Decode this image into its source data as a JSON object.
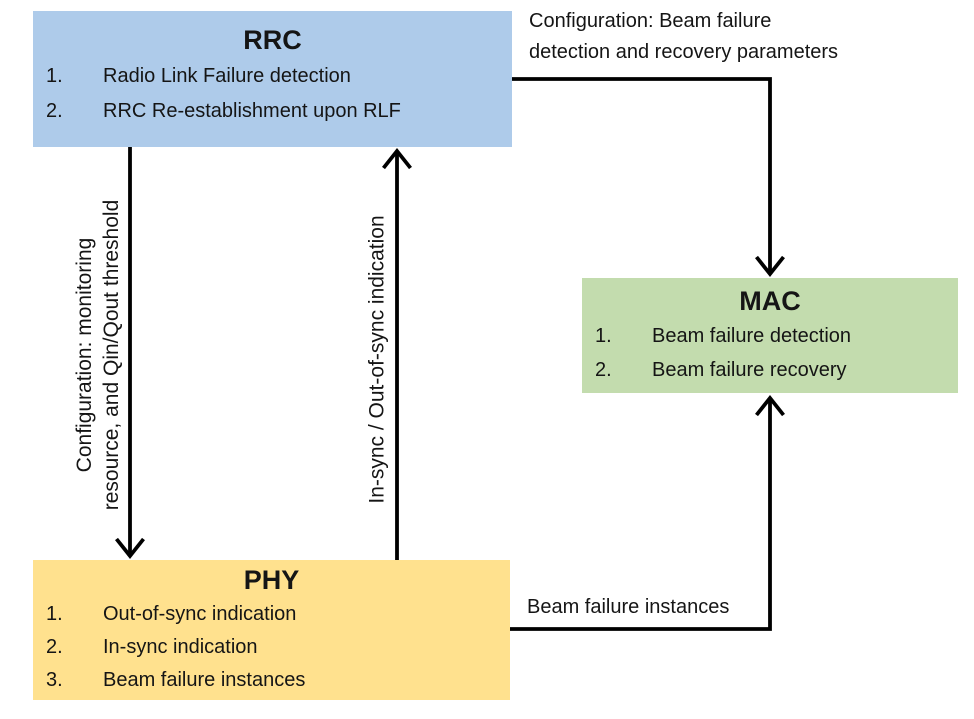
{
  "diagram": {
    "background": "#ffffff",
    "arrow_color": "#000000"
  },
  "boxes": {
    "rrc": {
      "title": "RRC",
      "color": "#AECBEA",
      "items": [
        {
          "num": "1.",
          "text": "Radio Link Failure detection"
        },
        {
          "num": "2.",
          "text": "RRC Re-establishment upon RLF"
        }
      ]
    },
    "mac": {
      "title": "MAC",
      "color": "#C3DCAE",
      "items": [
        {
          "num": "1.",
          "text": "Beam failure detection"
        },
        {
          "num": "2.",
          "text": "Beam failure recovery"
        }
      ]
    },
    "phy": {
      "title": "PHY",
      "color": "#FFE18E",
      "items": [
        {
          "num": "1.",
          "text": "Out-of-sync indication"
        },
        {
          "num": "2.",
          "text": "In-sync indication"
        },
        {
          "num": "3.",
          "text": "Beam failure instances"
        }
      ]
    }
  },
  "arrow_labels": {
    "rrc_to_mac": {
      "line1": "Configuration: Beam failure",
      "line2": "detection and recovery parameters"
    },
    "rrc_to_phy": {
      "line1": "Configuration: monitoring",
      "line2": "resource, and Qin/Qout threshold"
    },
    "phy_to_rrc": {
      "text": "In-sync / Out-of-sync indication"
    },
    "phy_to_mac": {
      "text": "Beam failure instances"
    }
  }
}
